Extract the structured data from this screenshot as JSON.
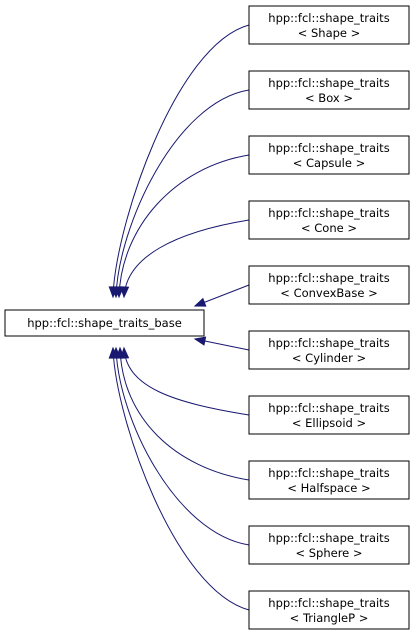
{
  "base": {
    "label": "hpp::fcl::shape_traits_base"
  },
  "derived": [
    {
      "line1": "hpp::fcl::shape_traits",
      "line2": "< Shape >"
    },
    {
      "line1": "hpp::fcl::shape_traits",
      "line2": "< Box >"
    },
    {
      "line1": "hpp::fcl::shape_traits",
      "line2": "< Capsule >"
    },
    {
      "line1": "hpp::fcl::shape_traits",
      "line2": "< Cone >"
    },
    {
      "line1": "hpp::fcl::shape_traits",
      "line2": "< ConvexBase >"
    },
    {
      "line1": "hpp::fcl::shape_traits",
      "line2": "< Cylinder >"
    },
    {
      "line1": "hpp::fcl::shape_traits",
      "line2": "< Ellipsoid >"
    },
    {
      "line1": "hpp::fcl::shape_traits",
      "line2": "< Halfspace >"
    },
    {
      "line1": "hpp::fcl::shape_traits",
      "line2": "< Sphere >"
    },
    {
      "line1": "hpp::fcl::shape_traits",
      "line2": "< TriangleP >"
    }
  ],
  "colors": {
    "edge": "#191970",
    "box_border": "#000000",
    "box_fill": "#ffffff",
    "text": "#000000"
  }
}
